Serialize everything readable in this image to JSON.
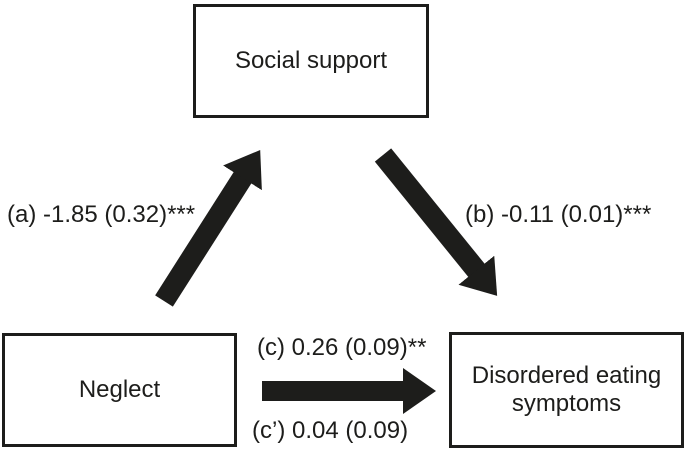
{
  "figure_type": "mediation-path-diagram",
  "colors": {
    "ink": "#1d1d1b",
    "background": "#ffffff"
  },
  "nodes": {
    "social_support": {
      "label": "Social support",
      "role": "mediator"
    },
    "neglect": {
      "label": "Neglect",
      "role": "predictor"
    },
    "disordered_eating_symptoms": {
      "label": "Disordered eating symptoms",
      "role": "outcome"
    }
  },
  "paths": {
    "a": {
      "label_text": "(a) -1.85 (0.32)***",
      "estimate": -1.85,
      "standard_error": 0.32,
      "significance": "***",
      "from": "neglect",
      "to": "social_support"
    },
    "b": {
      "label_text": "(b) -0.11 (0.01)***",
      "estimate": -0.11,
      "standard_error": 0.01,
      "significance": "***",
      "from": "social_support",
      "to": "disordered_eating_symptoms"
    },
    "c": {
      "label_text": "(c) 0.26 (0.09)**",
      "estimate": 0.26,
      "standard_error": 0.09,
      "significance": "**",
      "from": "neglect",
      "to": "disordered_eating_symptoms"
    },
    "c_prime": {
      "label_text": "(c’) 0.04 (0.09)",
      "estimate": 0.04,
      "standard_error": 0.09,
      "significance": "",
      "from": "neglect",
      "to": "disordered_eating_symptoms"
    }
  }
}
